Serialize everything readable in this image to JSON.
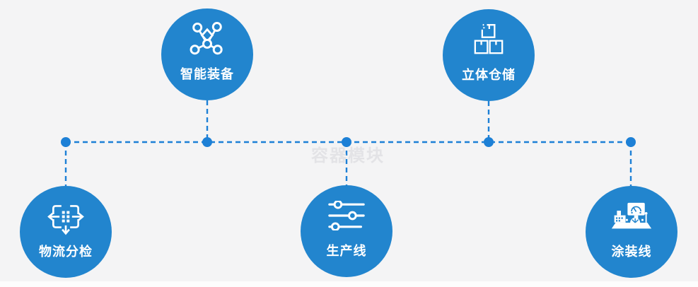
{
  "diagram": {
    "watermark": "容器模块",
    "nodes": [
      {
        "label": "智能装备",
        "icon": "network-nodes-icon"
      },
      {
        "label": "立体仓储",
        "icon": "stacked-boxes-icon"
      },
      {
        "label": "物流分检",
        "icon": "crosshair-arrows-icon"
      },
      {
        "label": "生产线",
        "icon": "sliders-icon"
      },
      {
        "label": "涂装线",
        "icon": "machine-console-icon"
      }
    ]
  },
  "colors": {
    "background": "#f4f4f5",
    "node_fill": "#2285ce",
    "connector": "#1d80d6",
    "icon_and_text": "#ffffff",
    "watermark_text": "#e3e3e6"
  }
}
